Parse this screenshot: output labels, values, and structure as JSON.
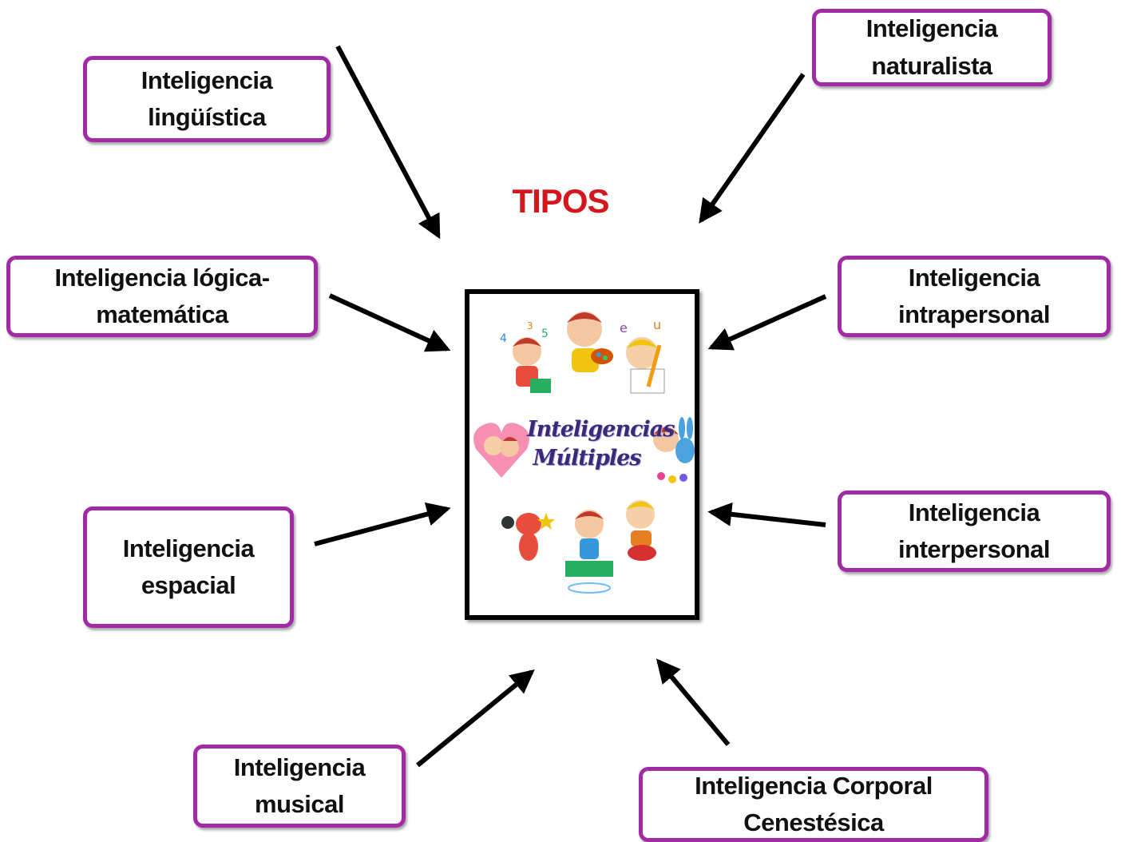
{
  "title": "TIPOS",
  "center": {
    "line1": "Inteligencias",
    "line2": "Múltiples"
  },
  "types": {
    "linguistica": "Inteligencia lingüística",
    "naturalista": "Inteligencia naturalista",
    "logica": "Inteligencia lógica-matemática",
    "intrapersonal": "Inteligencia intrapersonal",
    "espacial_1": "Inteligencia",
    "espacial_2": "espacial",
    "interpersonal": "Inteligencia interpersonal",
    "musical": "Inteligencia musical",
    "corporal": "Inteligencia Corporal Cenestésica"
  },
  "colors": {
    "box_border": "#a32aa6",
    "title": "#d4161d",
    "arrow": "#000000"
  }
}
